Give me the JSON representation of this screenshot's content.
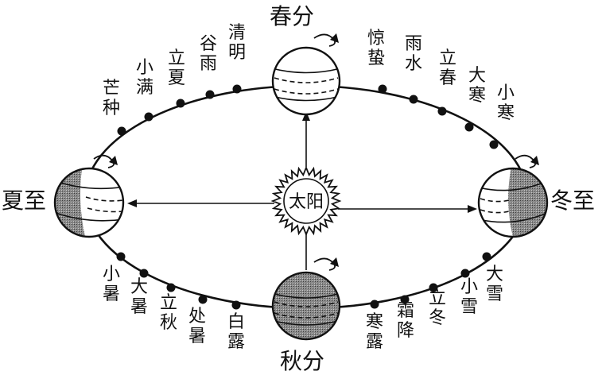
{
  "diagram": {
    "sun_label": "太阳",
    "key_points": {
      "spring": "春分",
      "summer": "夏至",
      "autumn": "秋分",
      "winter": "冬至"
    },
    "terms": [
      {
        "id": "jingzhe",
        "text": "惊蛰"
      },
      {
        "id": "yushui",
        "text": "雨水"
      },
      {
        "id": "lichun",
        "text": "立春"
      },
      {
        "id": "dahan",
        "text": "大寒"
      },
      {
        "id": "xiaohan",
        "text": "小寒"
      },
      {
        "id": "qingming",
        "text": "清明"
      },
      {
        "id": "guyu",
        "text": "谷雨"
      },
      {
        "id": "lixia",
        "text": "立夏"
      },
      {
        "id": "xiaoman",
        "text": "小满"
      },
      {
        "id": "mangzhong",
        "text": "芒种"
      },
      {
        "id": "xiaoshu",
        "text": "小暑"
      },
      {
        "id": "dashu",
        "text": "大暑"
      },
      {
        "id": "liqiu",
        "text": "立秋"
      },
      {
        "id": "chushu",
        "text": "处暑"
      },
      {
        "id": "bailu",
        "text": "白露"
      },
      {
        "id": "hanlu",
        "text": "寒露"
      },
      {
        "id": "shuangjiang",
        "text": "霜降"
      },
      {
        "id": "lidong",
        "text": "立冬"
      },
      {
        "id": "xiaoxue",
        "text": "小雪"
      },
      {
        "id": "daxue",
        "text": "大雪"
      }
    ]
  }
}
